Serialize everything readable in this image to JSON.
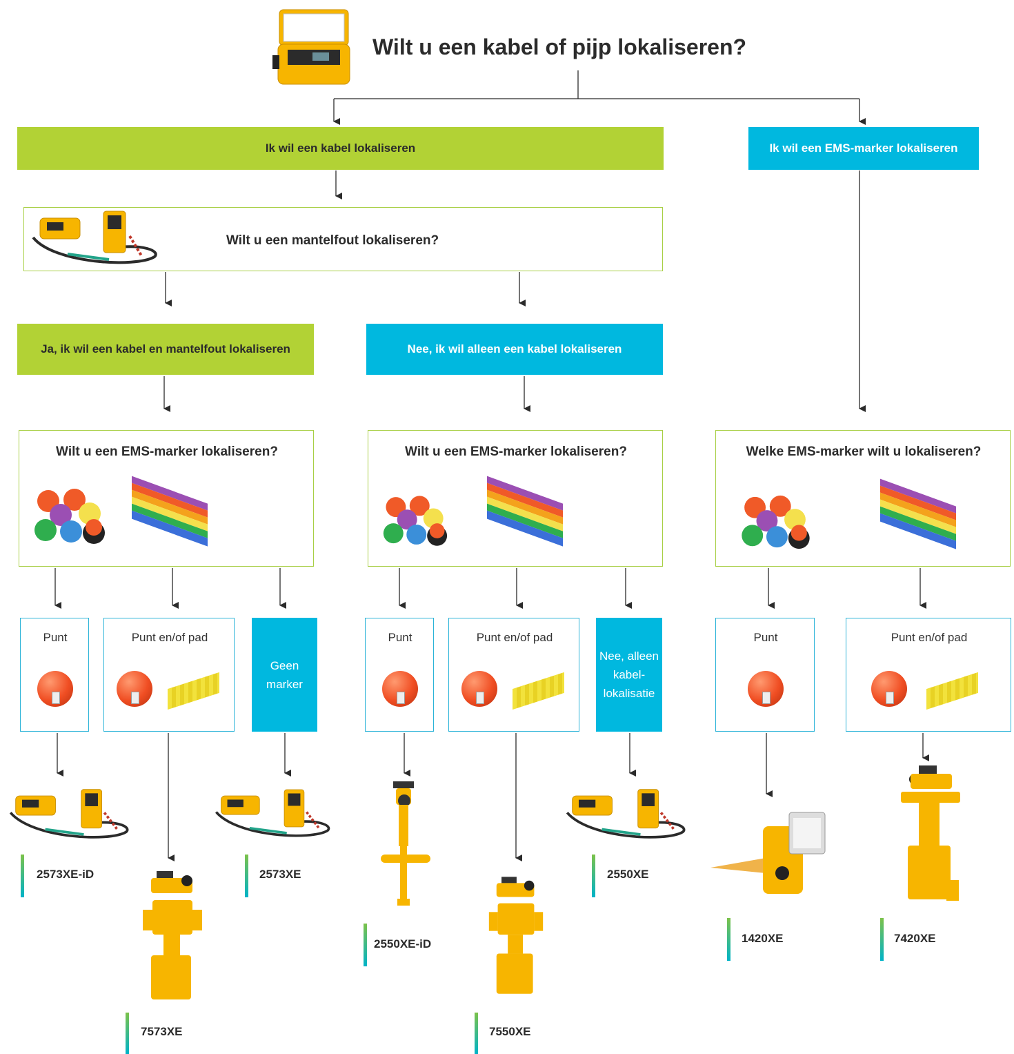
{
  "title": "Wilt u een kabel of pijp lokaliseren?",
  "branches": {
    "cable": "Ik wil een kabel lokaliseren",
    "ems": "Ik wil een EMS-marker lokaliseren"
  },
  "sheath_question": "Wilt u een mantelfout lokaliseren?",
  "answers": {
    "yes": "Ja, ik wil een kabel en mantelfout lokaliseren",
    "no": "Nee, ik wil alleen een kabel lokaliseren"
  },
  "marker_questions": {
    "left": "Wilt u een EMS-marker lokaliseren?",
    "middle": "Wilt u een EMS-marker lokaliseren?",
    "right": "Welke EMS-marker wilt u lokaliseren?"
  },
  "options": {
    "l1": "Punt",
    "l2": "Punt en/of pad",
    "l3": "Geen marker",
    "m1": "Punt",
    "m2": "Punt en/of pad",
    "m3": "Nee, alleen kabel-lokalisatie",
    "r1": "Punt",
    "r2": "Punt en/of pad"
  },
  "models": {
    "m2573xe_id": "2573XE-iD",
    "m7573xe": "7573XE",
    "m2573xe": "2573XE",
    "m2550xe_id": "2550XE-iD",
    "m7550xe": "7550XE",
    "m2550xe": "2550XE",
    "m1420xe": "1420XE",
    "m7420xe": "7420XE"
  },
  "colors": {
    "green": "#b2d235",
    "cyan": "#00b8df",
    "green_border": "#a8cf45",
    "cyan_border": "#2bb3d8"
  },
  "icons": [
    "transmitter-case-icon",
    "locator-kit-icon",
    "ems-marker-balls-icon",
    "ems-marker-tape-icon",
    "ems-ball-marker-icon",
    "ems-tape-marker-icon",
    "marker-locator-icon",
    "utility-locator-icon",
    "probe-locator-icon",
    "handheld-marker-locator-icon"
  ]
}
